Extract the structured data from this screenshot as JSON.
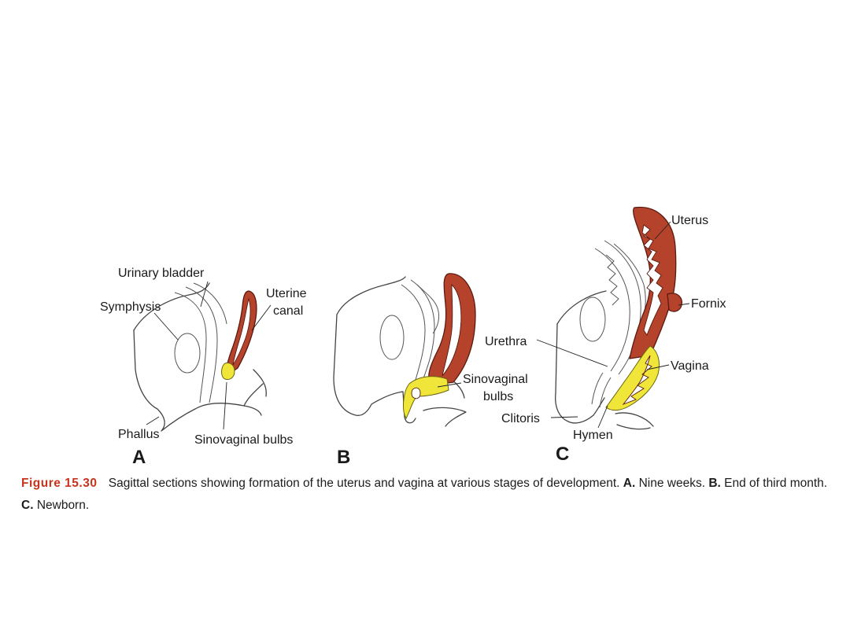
{
  "panels": {
    "a": {
      "letter": "A",
      "labels": {
        "urinary_bladder": "Urinary bladder",
        "symphysis": "Symphysis",
        "uterine_canal_line1": "Uterine",
        "uterine_canal_line2": "canal",
        "phallus": "Phallus",
        "sinovaginal_bulbs": "Sinovaginal bulbs"
      }
    },
    "b": {
      "letter": "B",
      "labels": {
        "sinovaginal_line1": "Sinovaginal",
        "sinovaginal_line2": "bulbs"
      }
    },
    "c": {
      "letter": "C",
      "labels": {
        "uterus": "Uterus",
        "fornix": "Fornix",
        "urethra": "Urethra",
        "vagina": "Vagina",
        "clitoris": "Clitoris",
        "hymen": "Hymen"
      }
    }
  },
  "caption": {
    "figure_number": "Figure 15.30",
    "text": "Sagittal sections showing formation of the uterus and vagina at various stages of development.",
    "a_letter": "A.",
    "a_text": "Nine weeks.",
    "b_letter": "B.",
    "b_text": "End of third month.",
    "c_letter": "C.",
    "c_text": "Newborn."
  },
  "colors": {
    "uterus_fill": "#b5432c",
    "bulb_fill": "#f0e63a",
    "figure_label": "#c8331c"
  }
}
